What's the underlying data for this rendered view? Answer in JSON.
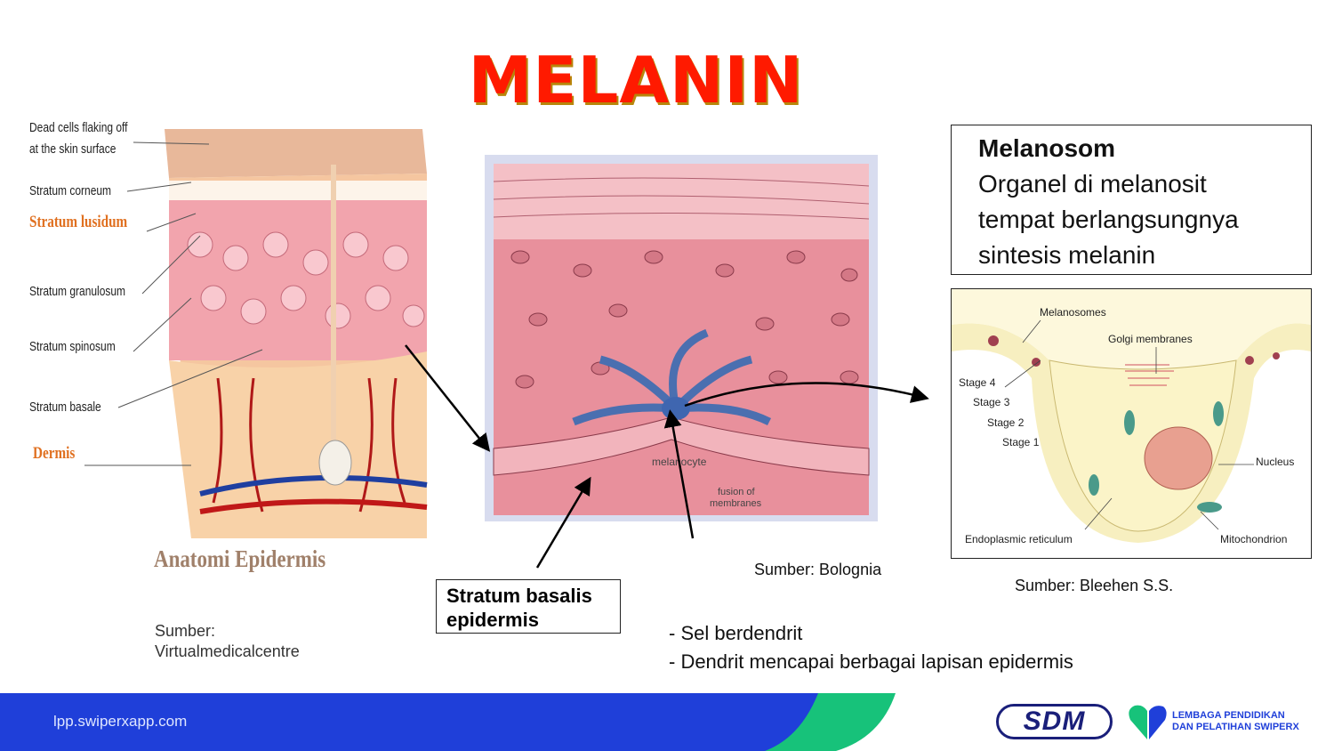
{
  "title": "MELANIN",
  "left_figure": {
    "labels": [
      "Dead cells flaking  off",
      "at the skin surface",
      "Stratum corneum",
      "Stratum lusidum",
      "Stratum granulosum",
      "Stratum spinosum",
      "Stratum basale",
      "Dermis"
    ],
    "caption": "Anatomi Epidermis",
    "source": [
      "Sumber:",
      "Virtualmedicalcentre"
    ]
  },
  "middle_figure": {
    "labels": [
      "melanocyte",
      "fusion of",
      "membranes"
    ],
    "callout": [
      "Stratum basalis",
      "epidermis"
    ],
    "source": "Sumber: Bolognia"
  },
  "right_box": {
    "heading": "Melanosom",
    "lines": [
      "Organel di melanosit",
      "tempat berlangsungnya",
      "sintesis melanin"
    ]
  },
  "right_figure": {
    "labels": [
      "Melanosomes",
      "Golgi membranes",
      "Stage 4",
      "Stage 3",
      "Stage 2",
      "Stage 1",
      "Nucleus",
      "Endoplasmic reticulum",
      "Mitochondrion"
    ],
    "source": "Sumber: Bleehen S.S."
  },
  "bullets": [
    "- Sel berdendrit",
    "- Dendrit mencapai berbagai lapisan epidermis"
  ],
  "footer": {
    "url": "lpp.swiperxapp.com",
    "logo1": "SDM",
    "logo2": [
      "LEMBAGA PENDIDIKAN",
      "DAN PELATIHAN SWIPERX"
    ]
  },
  "colors": {
    "title": "#ff1a00",
    "footer_blue": "#1f3fd9",
    "footer_green": "#17c27a"
  }
}
